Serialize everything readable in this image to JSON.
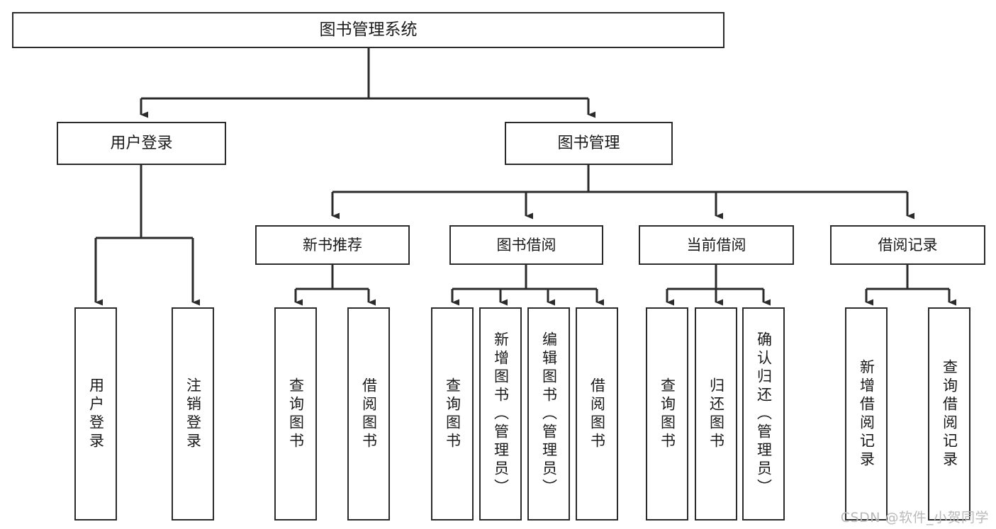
{
  "diagram": {
    "title": "图书管理系统",
    "type": "tree",
    "orientation": "top-down",
    "colors": {
      "node_border": "#2b2b2b",
      "node_fill": "#ffffff",
      "edge": "#2b2b2b",
      "text": "#1a1a1a",
      "background": "#ffffff",
      "watermark": "#b9b9b9"
    },
    "watermark": "CSDN @软件_小贺同学",
    "nodes": {
      "root": {
        "label": "图书管理系统"
      },
      "level1": [
        {
          "id": "user-login",
          "label": "用户登录"
        },
        {
          "id": "book-manage",
          "label": "图书管理"
        }
      ],
      "level2": [
        {
          "id": "new-book-recommend",
          "label": "新书推荐"
        },
        {
          "id": "book-borrow",
          "label": "图书借阅"
        },
        {
          "id": "current-borrow",
          "label": "当前借阅"
        },
        {
          "id": "borrow-record",
          "label": "借阅记录"
        }
      ],
      "leaves": {
        "user-login": [
          {
            "id": "leaf-user-login",
            "label": "用户登录"
          },
          {
            "id": "leaf-logout-login",
            "label": "注销登录"
          }
        ],
        "new-book-recommend": [
          {
            "id": "leaf-query-book-1",
            "label": "查询图书"
          },
          {
            "id": "leaf-borrow-book-1",
            "label": "借阅图书"
          }
        ],
        "book-borrow": [
          {
            "id": "leaf-query-book-2",
            "label": "查询图书"
          },
          {
            "id": "leaf-add-book-admin",
            "label": "新增图书（管理员）"
          },
          {
            "id": "leaf-edit-book-admin",
            "label": "编辑图书（管理员）"
          },
          {
            "id": "leaf-borrow-book-2",
            "label": "借阅图书"
          }
        ],
        "current-borrow": [
          {
            "id": "leaf-query-book-3",
            "label": "查询图书"
          },
          {
            "id": "leaf-return-book",
            "label": "归还图书"
          },
          {
            "id": "leaf-confirm-return-admin",
            "label": "确认归还（管理员）"
          }
        ],
        "borrow-record": [
          {
            "id": "leaf-add-borrow-record",
            "label": "新增借阅记录"
          },
          {
            "id": "leaf-query-borrow-record",
            "label": "查询借阅记录"
          }
        ]
      }
    }
  }
}
